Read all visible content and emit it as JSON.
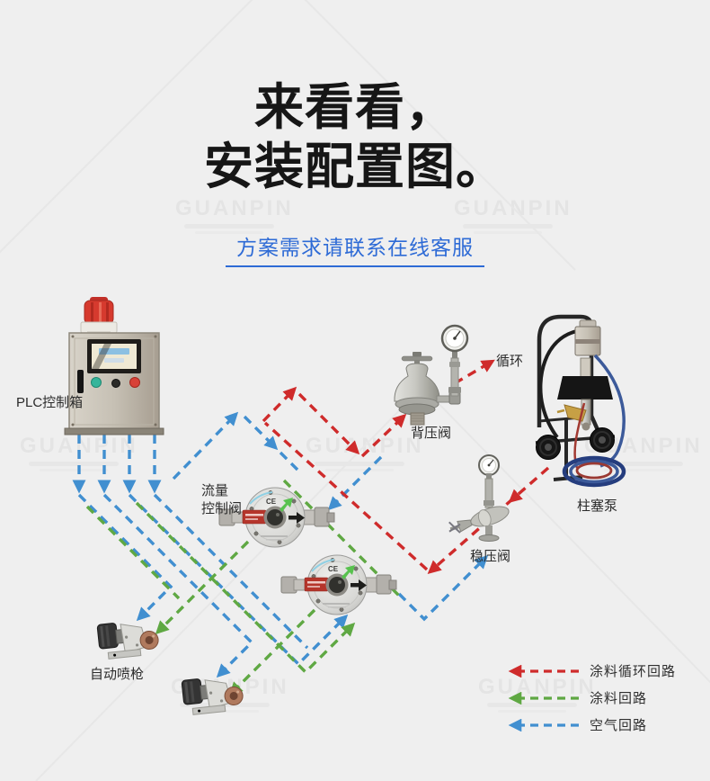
{
  "page": {
    "title_line1": "来看看，",
    "title_line2": "安装配置图。",
    "subtitle": "方案需求请联系在线客服"
  },
  "watermark": {
    "text": "GUANPIN"
  },
  "diagram": {
    "labels": {
      "plc": "PLC控制箱",
      "flow_valve": "流量\n控制阀",
      "back_pressure_valve": "背压阀",
      "circulation": "循环",
      "stabilizing_valve": "稳压阀",
      "plunger_pump": "柱塞泵",
      "auto_spray_gun": "自动喷枪"
    },
    "valve_marking": "CE",
    "legend": [
      {
        "label": "涂料循环回路",
        "color": "#cf2b2b"
      },
      {
        "label": "涂料回路",
        "color": "#5fa843"
      },
      {
        "label": "空气回路",
        "color": "#418fd0"
      }
    ],
    "colors": {
      "background": "#efefef",
      "title_text": "#161616",
      "link_blue": "#2e6bd6",
      "circulation_line": "#cf2b2b",
      "paint_line": "#5fa843",
      "air_line": "#418fd0"
    }
  }
}
